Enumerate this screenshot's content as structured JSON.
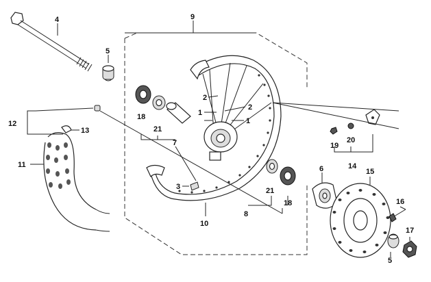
{
  "diagram": {
    "callouts": {
      "c1a": "1",
      "c1b": "1",
      "c2a": "2",
      "c2b": "2",
      "c3": "3",
      "c4": "4",
      "c5a": "5",
      "c5b": "5",
      "c6": "6",
      "c7": "7",
      "c8": "8",
      "c9": "9",
      "c10": "10",
      "c11": "11",
      "c12": "12",
      "c13": "13",
      "c14": "14",
      "c15": "15",
      "c16": "16",
      "c17": "17",
      "c18a": "18",
      "c18b": "18",
      "c19": "19",
      "c20": "20",
      "c21a": "21",
      "c21b": "21"
    }
  }
}
